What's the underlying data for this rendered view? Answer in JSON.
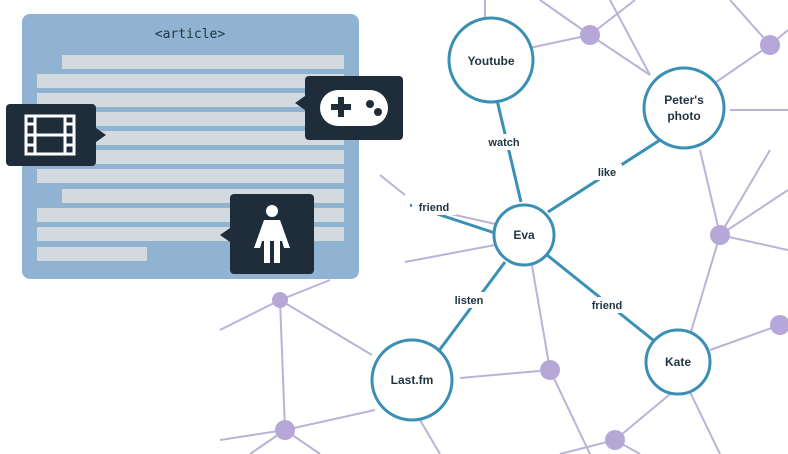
{
  "article": {
    "title": "<article>"
  },
  "nodes": [
    {
      "label": "Youtube"
    },
    {
      "label": "Peter's"
    },
    {
      "label": "photo"
    },
    {
      "label": "Eva"
    },
    {
      "label": "Last.fm"
    },
    {
      "label": "Kate"
    }
  ],
  "edges": [
    {
      "label": "watch"
    },
    {
      "label": "like"
    },
    {
      "label": "friend"
    },
    {
      "label": "listen"
    },
    {
      "label": "friend"
    }
  ],
  "icons": {
    "film": "film-icon",
    "gamepad": "gamepad-icon",
    "person": "person-icon"
  },
  "colors": {
    "article_bg": "#8fb3d0",
    "article_line": "#d3dadf",
    "callout_bg": "#1f2d3a",
    "node_stroke": "#3a8fb4",
    "edge_main": "#3a8fb4",
    "edge_background": "#b9b3d8",
    "node_dot": "#b5a8d8"
  }
}
